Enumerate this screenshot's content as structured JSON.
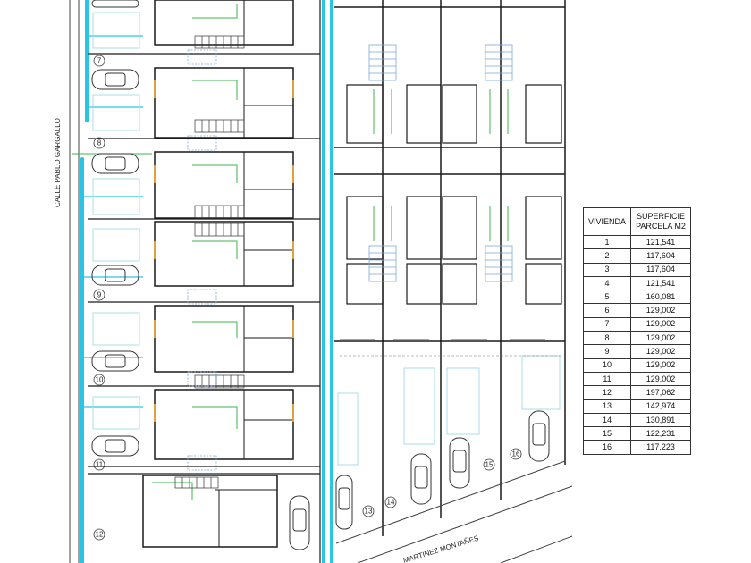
{
  "street_labels": {
    "left_street": "CALLE  PABLO  GARGALLO",
    "bottom_street": "MARTINEZ  MONTAÑES"
  },
  "house_numbers": [
    "7",
    "8",
    "9",
    "10",
    "11",
    "12",
    "13",
    "14",
    "15",
    "16"
  ],
  "table": {
    "header_vivienda": "VIVIENDA",
    "header_superficie_line1": "SUPERFICIE",
    "header_superficie_line2": "PARCELA M2",
    "rows": [
      {
        "vivienda": "1",
        "superficie": "121,541"
      },
      {
        "vivienda": "2",
        "superficie": "117,604"
      },
      {
        "vivienda": "3",
        "superficie": "117,604"
      },
      {
        "vivienda": "4",
        "superficie": "121,541"
      },
      {
        "vivienda": "5",
        "superficie": "160,081"
      },
      {
        "vivienda": "6",
        "superficie": "129,002"
      },
      {
        "vivienda": "7",
        "superficie": "129,002"
      },
      {
        "vivienda": "8",
        "superficie": "129,002"
      },
      {
        "vivienda": "9",
        "superficie": "129,002"
      },
      {
        "vivienda": "10",
        "superficie": "129,002"
      },
      {
        "vivienda": "11",
        "superficie": "129,002"
      },
      {
        "vivienda": "12",
        "superficie": "197,062"
      },
      {
        "vivienda": "13",
        "superficie": "142,974"
      },
      {
        "vivienda": "14",
        "superficie": "130,891"
      },
      {
        "vivienda": "15",
        "superficie": "122,231"
      },
      {
        "vivienda": "16",
        "superficie": "117,223"
      }
    ]
  },
  "colors": {
    "water_line": "#29c5e6",
    "wall": "#1a1a1a",
    "window": "#e0a040",
    "green_line": "#3cb44b",
    "blue_hatch": "#7aa8d8",
    "parking_pale": "#a9dde8",
    "car_outline": "#333333"
  }
}
